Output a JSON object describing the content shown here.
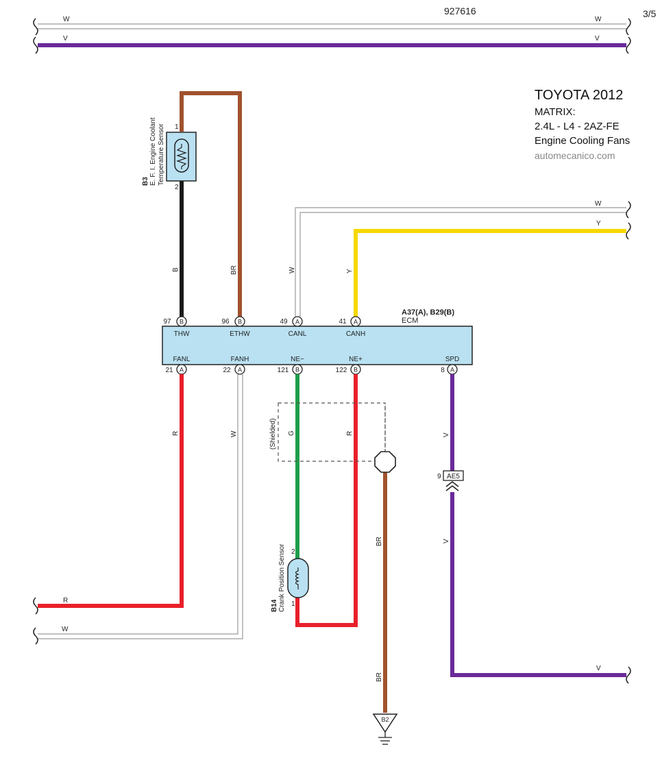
{
  "page": {
    "code": "927616",
    "sheet": "3/5"
  },
  "title_block": {
    "make_year": "TOYOTA 2012",
    "model": "MATRIX:",
    "engine": "2.4L - L4 - 2AZ-FE",
    "system": "Engine Cooling Fans",
    "site": "automecanico.com"
  },
  "colors": {
    "W": "#cfcfcf",
    "V": "#6a2a9a",
    "Y": "#f5d800",
    "BR": "#a0522d",
    "B": "#1a1a1a",
    "R": "#e8202a",
    "G": "#1f9e4a",
    "component_fill": "#b9e1f2",
    "shield_line": "#555555"
  },
  "wire_labels": {
    "top_w_left": "W",
    "top_w_right": "W",
    "top_v_left": "V",
    "top_v_right": "V",
    "w_right": "W",
    "y_right": "Y",
    "b": "B",
    "br_sensor": "BR",
    "w_canl": "W",
    "y_canh": "Y",
    "r_fanl": "R",
    "w_fanh": "W",
    "g_ne": "G",
    "r_ne": "R",
    "v_spd": "V",
    "v_lower": "V",
    "br_shield": "BR",
    "br_ground": "BR",
    "r_left": "R",
    "w_left": "W",
    "v_right": "V"
  },
  "sensor_b3": {
    "code": "B3",
    "name_line1": "E. F. I. Engine Coolant",
    "name_line2": "Temperature Sensor",
    "pin1": "1",
    "pin2": "2"
  },
  "sensor_b14": {
    "code": "B14",
    "name": "Crank Position Sensor",
    "pin1": "1",
    "pin2": "2"
  },
  "ecm": {
    "connector_ref": "A37(A), B29(B)",
    "name": "ECM",
    "top_pins": [
      {
        "num": "97",
        "conn": "B",
        "name": "THW"
      },
      {
        "num": "96",
        "conn": "B",
        "name": "ETHW"
      },
      {
        "num": "49",
        "conn": "A",
        "name": "CANL"
      },
      {
        "num": "41",
        "conn": "A",
        "name": "CANH"
      }
    ],
    "bottom_pins": [
      {
        "num": "21",
        "conn": "A",
        "name": "FANL"
      },
      {
        "num": "22",
        "conn": "A",
        "name": "FANH"
      },
      {
        "num": "121",
        "conn": "B",
        "name": "NE−"
      },
      {
        "num": "122",
        "conn": "B",
        "name": "NE+"
      },
      {
        "num": "8",
        "conn": "A",
        "name": "SPD"
      }
    ]
  },
  "shield": {
    "label": "(Shielded)"
  },
  "connector_ae5": {
    "pin": "9",
    "code": "AE5"
  },
  "ground_b2": {
    "code": "B2"
  }
}
